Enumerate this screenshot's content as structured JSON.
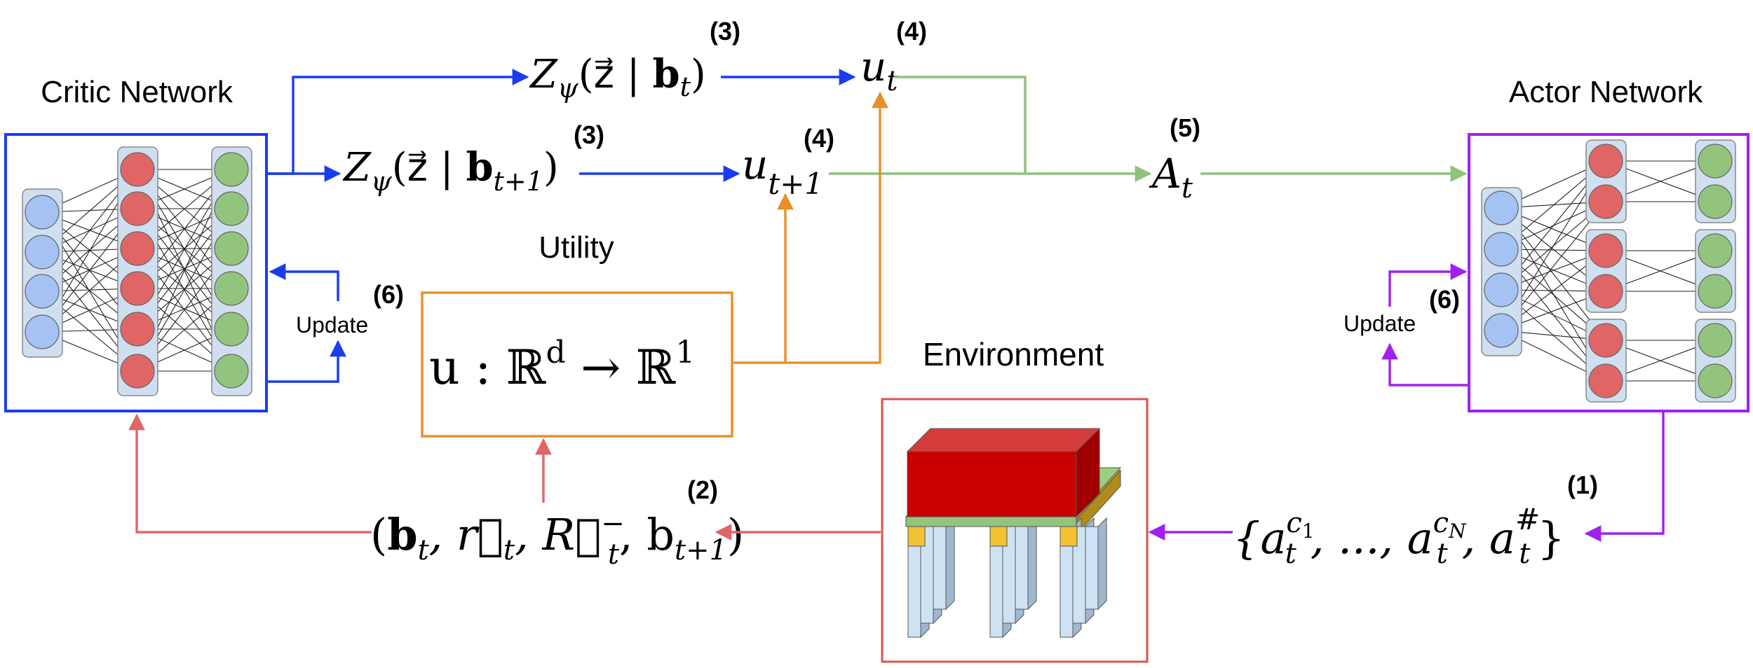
{
  "labels": {
    "critic": "Critic Network",
    "actor": "Actor Network",
    "utility": "Utility",
    "environment": "Environment",
    "update": "Update"
  },
  "math": {
    "z_t_main": "Z",
    "z_t_sub": "ψ",
    "z_t_rest": "(z⃗ | ",
    "z_t_b": "b",
    "z_t_bsub": "t",
    "z_t_close": ")",
    "z_t1_main": "Z",
    "z_t1_sub": "ψ",
    "z_t1_rest": "(z⃗ | ",
    "z_t1_b": "b",
    "z_t1_bsub": "t+1",
    "z_t1_close": ")",
    "u_t": "u",
    "u_t_sub": "t",
    "u_t1": "u",
    "u_t1_sub": "t+1",
    "a_t": "A",
    "a_t_sub": "t",
    "utility_fn": "u : ℝ",
    "utility_fn_sup1": "d",
    "utility_arrow": " → ℝ",
    "utility_fn_sup2": "1",
    "tuple_open": "(",
    "tuple_b": "b",
    "tuple_b_sub": "t",
    "tuple_r": ", r⃗",
    "tuple_r_sub": "t",
    "tuple_R": ", R⃗",
    "tuple_R_sup": "−",
    "tuple_R_sub": "t",
    "tuple_b2": ", b",
    "tuple_b2_sub": "t+1",
    "tuple_close": ")",
    "actions_open": "{a",
    "actions_sup1": "c",
    "actions_sup1_sub": "1",
    "actions_sub1": "t",
    "actions_mid": ", ..., a",
    "actions_sup2": "c",
    "actions_sup2_sub": "N",
    "actions_sub2": "t",
    "actions_mid2": ", a",
    "actions_sup3": "#",
    "actions_sub3": "t",
    "actions_close": "}"
  },
  "steps": {
    "s1": "(1)",
    "s2": "(2)",
    "s3a": "(3)",
    "s3b": "(3)",
    "s4a": "(4)",
    "s4b": "(4)",
    "s5": "(5)",
    "s6a": "(6)",
    "s6b": "(6)"
  },
  "colors": {
    "critic": "#1a3cf0",
    "actor": "#a020f0",
    "utility": "#e8902a",
    "environment": "#d9534f",
    "advantage": "#8fc27a",
    "node_blue": "#a4c2f4",
    "node_red": "#e06666",
    "node_green": "#93c47d",
    "layer_bg": "#cfdff0"
  }
}
